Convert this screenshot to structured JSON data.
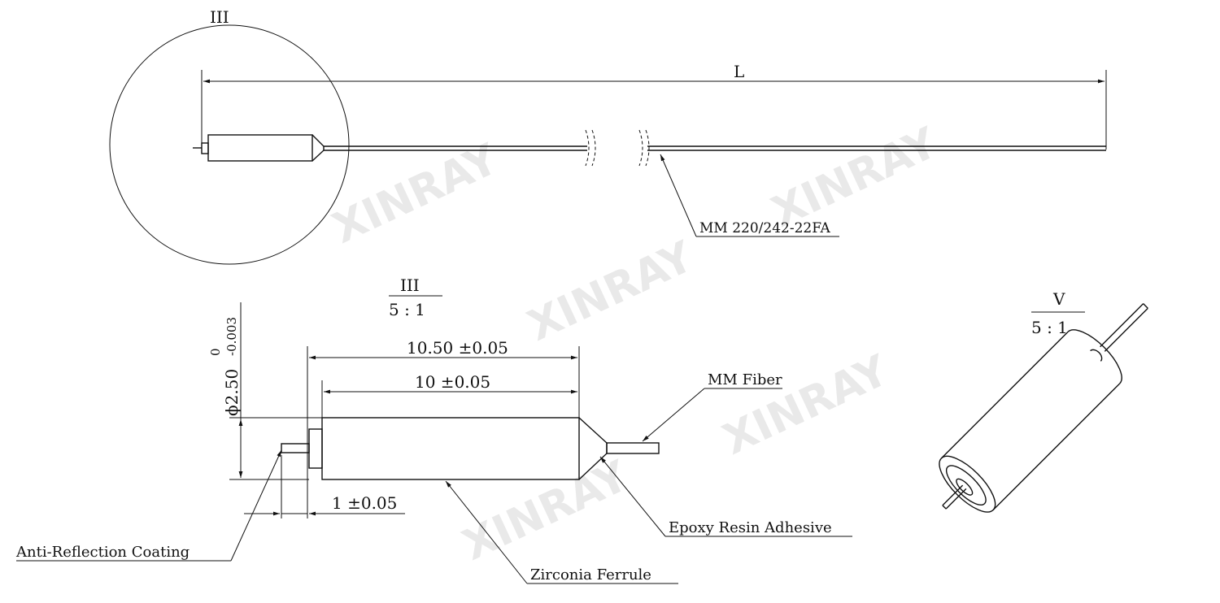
{
  "views": {
    "overview": {
      "detail_ref": "III",
      "length_label": "L"
    },
    "detail_iii": {
      "title": "III",
      "scale": "5 : 1"
    },
    "view_v": {
      "title": "V",
      "scale": "5 : 1"
    }
  },
  "dimensions": {
    "overall_length": "10.50 ±0.05",
    "ferrule_length": "10 ±0.05",
    "coating_length": "1 ±0.05",
    "diameter_nominal": "ϕ2.50",
    "diameter_tol_upper": "0",
    "diameter_tol_lower": "-0.003"
  },
  "callouts": {
    "fiber_type": "MM 220/242-22FA",
    "mm_fiber": "MM Fiber",
    "epoxy": "Epoxy Resin Adhesive",
    "zirconia": "Zirconia Ferrule",
    "ar_coating": "Anti-Reflection Coating"
  },
  "watermark": {
    "brand": "XINRAY"
  }
}
